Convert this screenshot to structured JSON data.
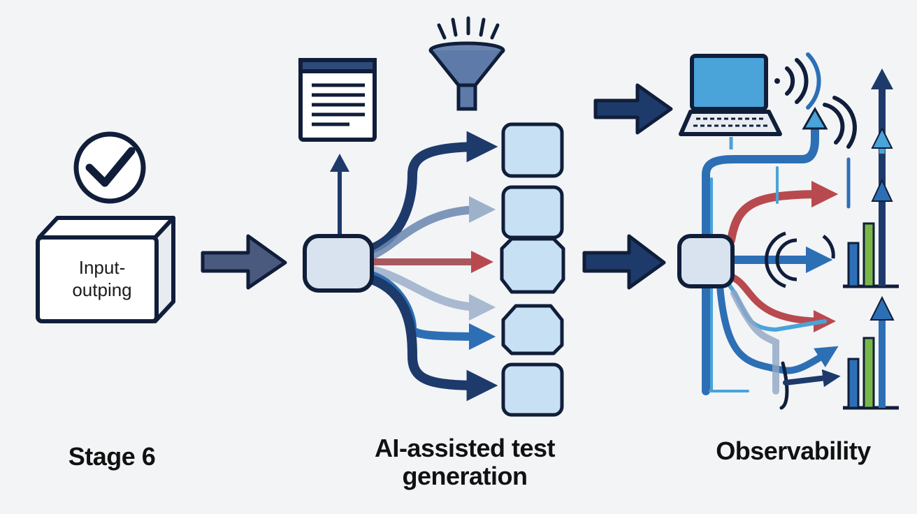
{
  "input_box": {
    "line1": "Input-",
    "line2": "outping"
  },
  "stages": [
    {
      "label": "Stage 6"
    },
    {
      "label_line1": "AI-assisted test",
      "label_line2": "generation"
    },
    {
      "label": "Observability"
    }
  ],
  "colors": {
    "background": "#f3f4f6",
    "outline": "#101e3a",
    "navy": "#1d3a6b",
    "blue": "#2d6fb5",
    "light_blue": "#4aa3d9",
    "box_fill": "#c8e0f4",
    "hub_fill": "#d9e3ef",
    "red": "#b84a4f",
    "green": "#7ab648"
  },
  "icons": [
    "check-circle-icon",
    "document-window-icon",
    "funnel-icon",
    "laptop-icon",
    "signal-waves-icon",
    "bar-chart-icon"
  ]
}
